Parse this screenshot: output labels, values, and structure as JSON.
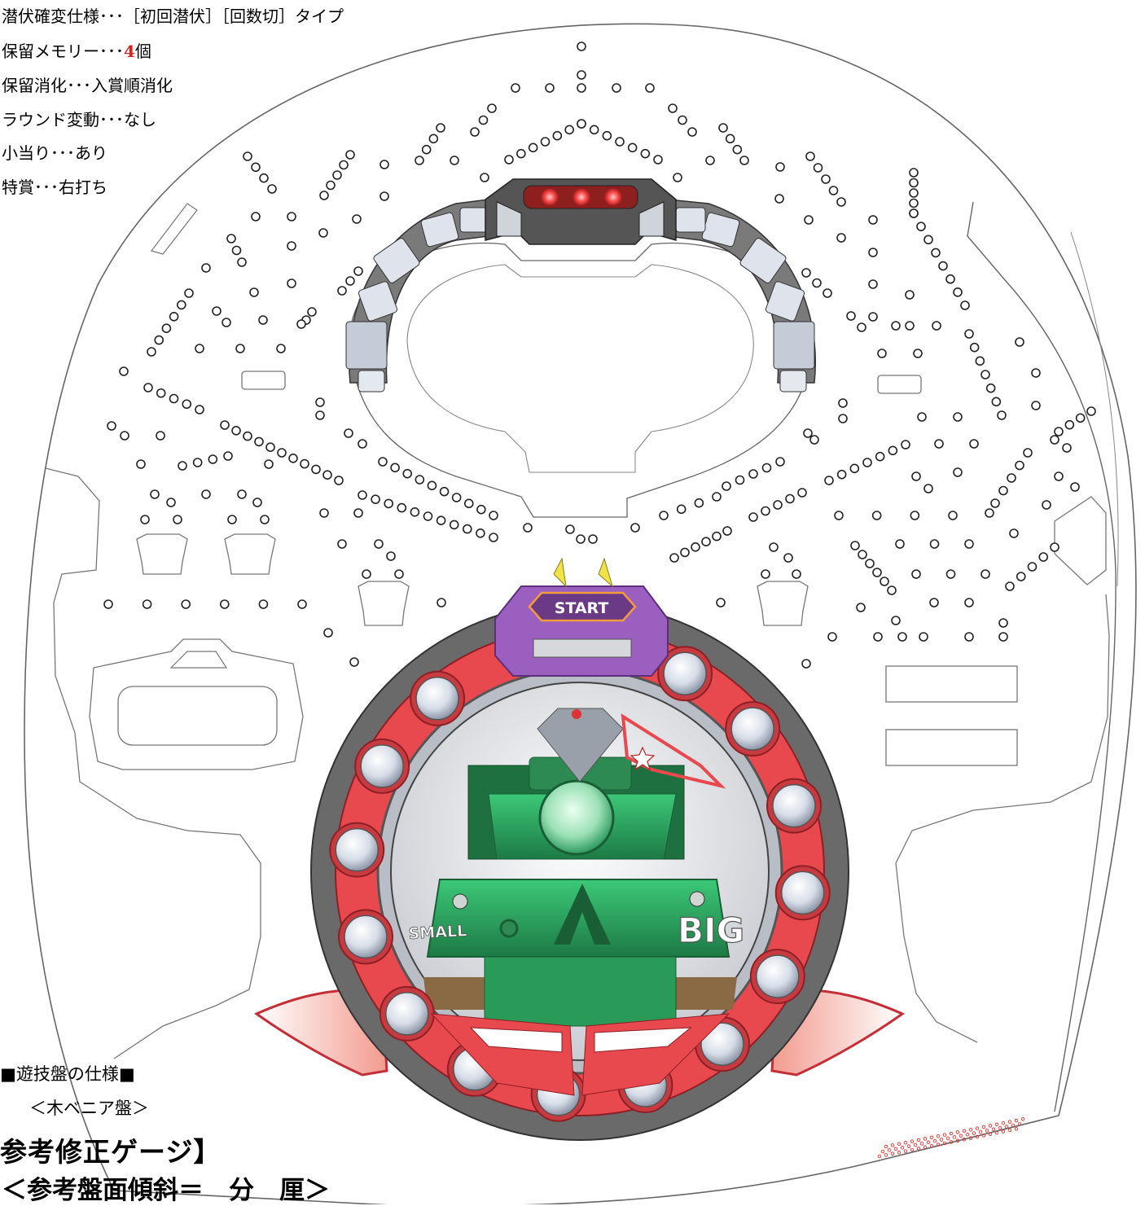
{
  "specs": {
    "line1": "潜伏確変仕様･･･［初回潜伏］［回数切］タイプ",
    "line2_prefix": "保留メモリー･･･",
    "line2_value": "4",
    "line2_suffix": "個",
    "line3": "保留消化･･･入賞順消化",
    "line4": "ラウンド変動･･･なし",
    "line5": "小当り･･･あり",
    "line6": "特賞･･･右打ち"
  },
  "footer": {
    "board_spec_title": "■遊技盤の仕様■",
    "board_type": "＜木ベニア盤＞",
    "gauge_title": "参考修正ゲージ】",
    "tilt_label": "＜参考盤面傾斜＝　分　厘＞"
  },
  "board": {
    "start_label": "START",
    "small_label": "SMALL",
    "big_label": "BIG"
  },
  "colors": {
    "outline": "#555555",
    "nail": "#222222",
    "frame_gray": "#6e6e6e",
    "rim_red": "#e8494f",
    "start_purple": "#9b5fc0",
    "tank_green": "#2fae62",
    "lamp_red": "#e33a3a",
    "horn_yellow": "#f2e24a",
    "highlight_red": "#e02020"
  }
}
